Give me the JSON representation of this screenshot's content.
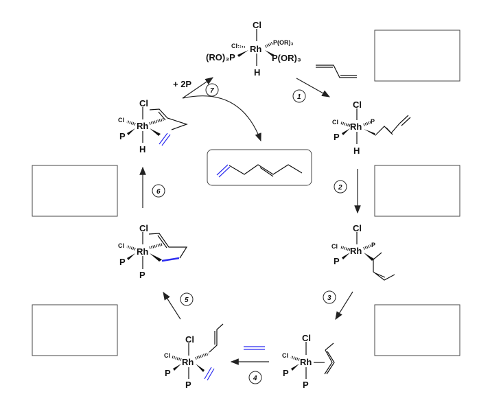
{
  "labels": {
    "cl": "Cl",
    "rh": "Rh",
    "h": "H",
    "p": "P",
    "por3": "P(OR)₃",
    "ro3p": "(RO)₃P",
    "plus_2p": "+ 2P"
  },
  "steps": [
    "1",
    "2",
    "3",
    "4",
    "5",
    "6",
    "7"
  ],
  "empty_boxes": 5,
  "colors": {
    "highlight": "#2b2bf0",
    "ink": "#111111"
  }
}
